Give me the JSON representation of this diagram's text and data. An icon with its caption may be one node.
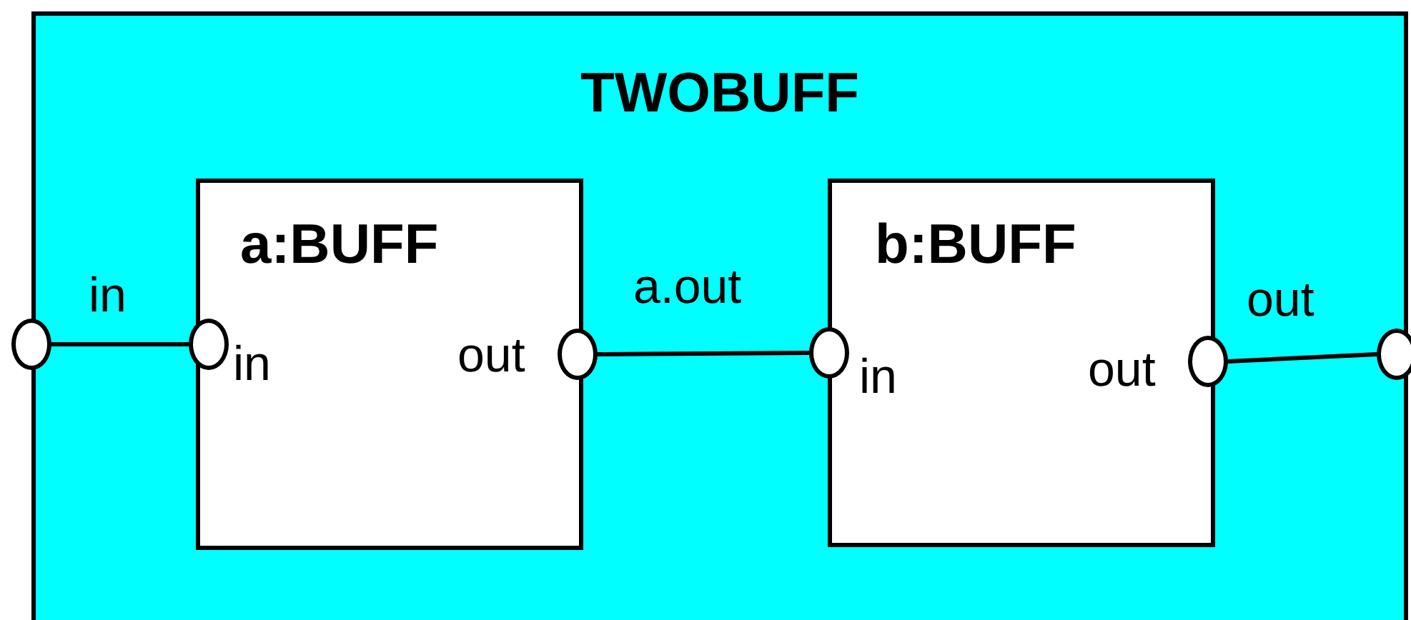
{
  "diagram": {
    "nodes": [
      {
        "text": [
          "TWOBUFF"
        ]
      },
      {
        "text": [
          "a:BUFF"
        ],
        "in": 0
      },
      {
        "text": [
          "b:BUFF"
        ],
        "in": 0
      },
      {
        "text": [],
        "shape": "circle"
      },
      {
        "text": [],
        "shape": "circle",
        "in": 0
      },
      {
        "text": [],
        "shape": "circle",
        "in": 0
      },
      {
        "text": [],
        "shape": "circle",
        "in": 0
      },
      {
        "text": [],
        "shape": "circle",
        "in": 0
      },
      {
        "text": [],
        "shape": "circle"
      }
    ],
    "edges": [
      {
        "from": 3,
        "to": 4,
        "arrow": "none",
        "label": "in"
      },
      {
        "from": 5,
        "to": 6,
        "arrow": "none",
        "label": "a.out"
      },
      {
        "from": 7,
        "to": 8,
        "arrow": "none",
        "label": "out"
      }
    ],
    "labels": [
      "in",
      "out",
      "in",
      "out"
    ]
  }
}
